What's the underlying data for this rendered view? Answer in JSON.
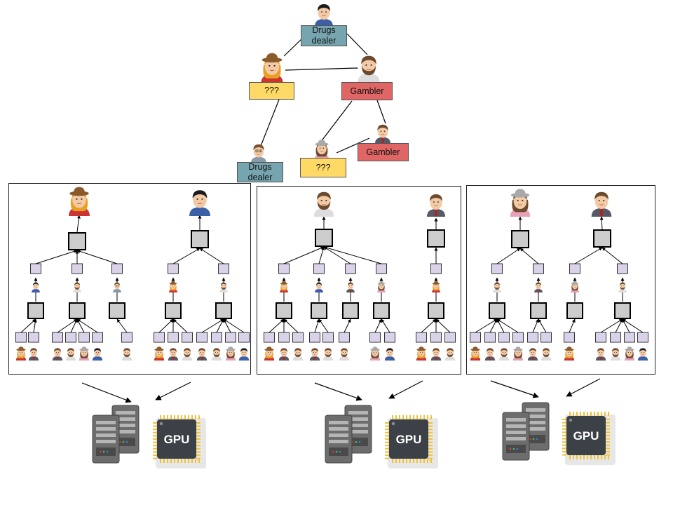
{
  "labels": {
    "drugs_dealer": "Drugs dealer",
    "unknown": "???",
    "gambler": "Gambler",
    "gpu": "GPU"
  },
  "colors": {
    "dealer_box": "#76a5af",
    "unknown_box": "#ffd966",
    "gambler_box": "#e06666",
    "aggregator_node": "#cccccc",
    "leaf_node": "#d9d2e9",
    "gpu_chip": "#3c4147",
    "gpu_pins": "#f1c232",
    "server": "#6d6d6d"
  },
  "panels": [
    {
      "trees": [
        {
          "root": "blonde-girl",
          "children": 3
        },
        {
          "root": "dark-hair-man",
          "children": 2
        }
      ]
    },
    {
      "trees": [
        {
          "root": "bearded-man",
          "children": 4
        },
        {
          "root": "suit-man",
          "children": 1
        }
      ]
    },
    {
      "trees": [
        {
          "root": "cap-woman",
          "children": 2
        },
        {
          "root": "suit-man",
          "children": 2
        }
      ]
    }
  ],
  "machines": [
    {
      "icons": [
        "server-icon",
        "gpu-chip-icon"
      ]
    },
    {
      "icons": [
        "server-icon",
        "gpu-chip-icon"
      ]
    },
    {
      "icons": [
        "server-icon",
        "gpu-chip-icon"
      ]
    }
  ]
}
